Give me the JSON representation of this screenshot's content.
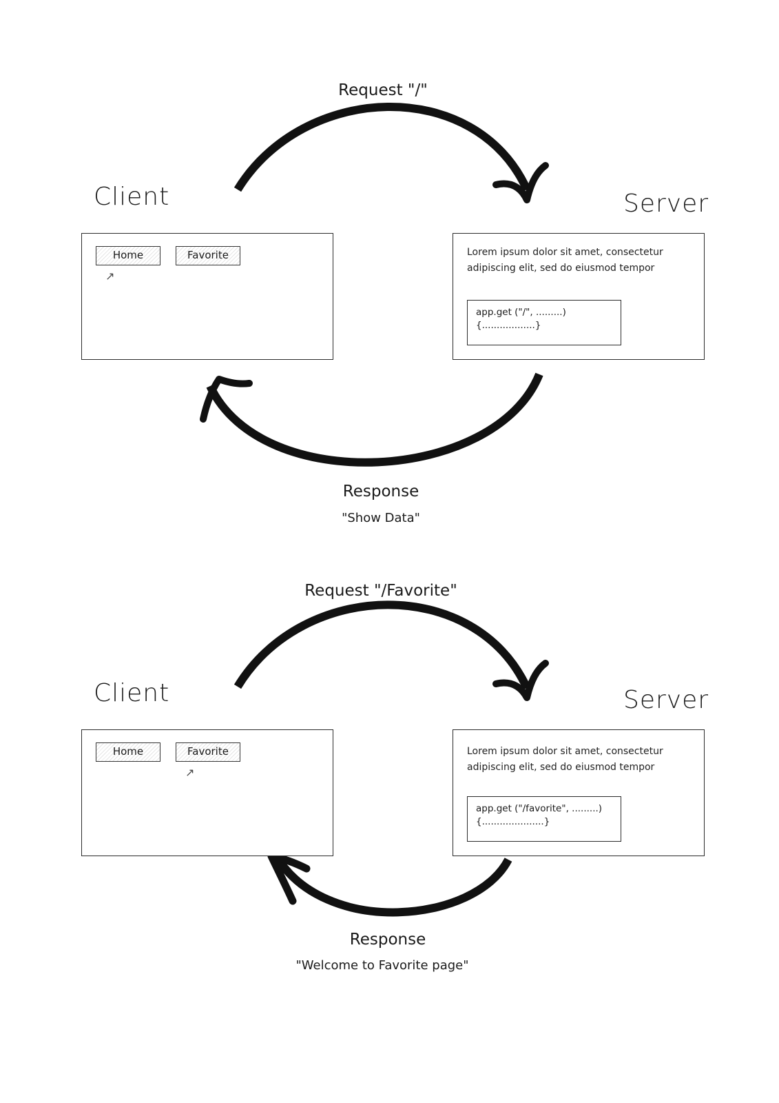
{
  "panels": [
    {
      "request_label": "Request \"/\"",
      "client_title": "Client",
      "server_title": "Server",
      "nav": {
        "home": "Home",
        "favorite": "Favorite"
      },
      "selected_nav": "home",
      "cursor_icon": "north-east-arrow",
      "server_text": [
        "Lorem ipsum dolor sit amet, consectetur",
        "adipiscing elit, sed do eiusmod tempor"
      ],
      "code": [
        "app.get (\"/\", .........)",
        "{..................}"
      ],
      "response_label": "Response",
      "response_body": "\"Show Data\""
    },
    {
      "request_label": "Request \"/Favorite\"",
      "client_title": "Client",
      "server_title": "Server",
      "nav": {
        "home": "Home",
        "favorite": "Favorite"
      },
      "selected_nav": "favorite",
      "cursor_icon": "north-east-arrow",
      "server_text": [
        "Lorem ipsum dolor sit amet, consectetur",
        "adipiscing elit, sed do eiusmod tempor"
      ],
      "code": [
        "app.get (\"/favorite\", .........)",
        "{.....................}"
      ],
      "response_label": "Response",
      "response_body": "\"Welcome to Favorite page\""
    }
  ],
  "colors": {
    "ink": "#111111",
    "paper": "#ffffff"
  }
}
